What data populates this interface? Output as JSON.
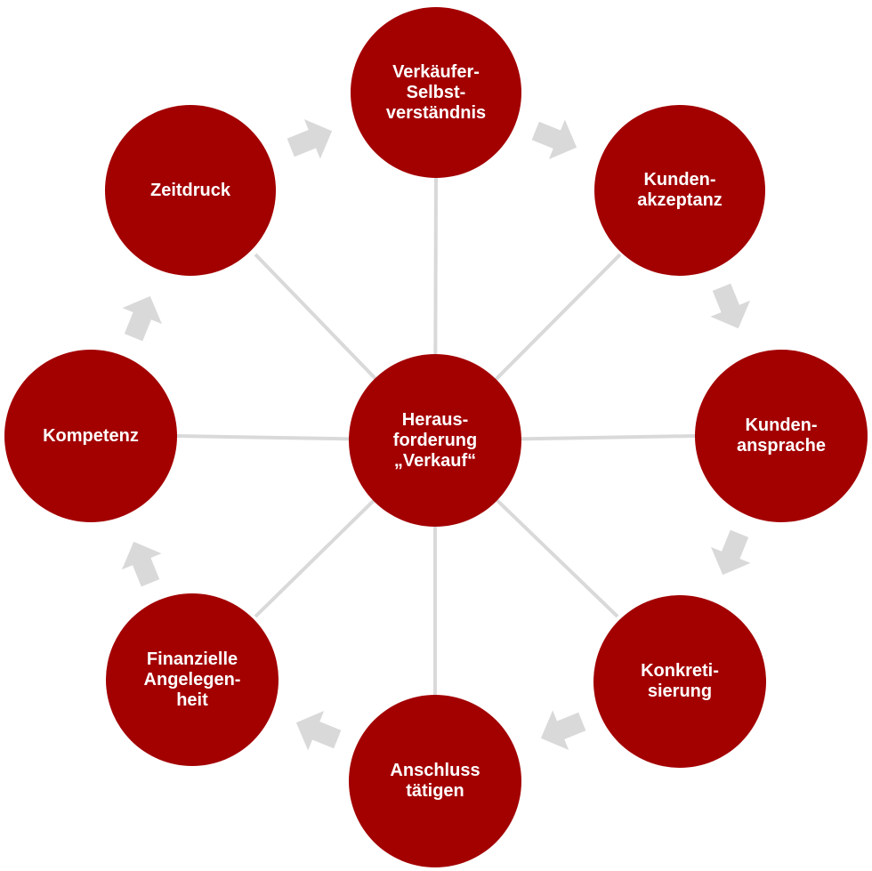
{
  "colors": {
    "node_fill": "#a30000",
    "node_text": "#ffffff",
    "connector": "#d9d9d9",
    "arrow": "#d9d9d9"
  },
  "center": {
    "label": "Heraus-\nforderung\n„Verkauf“"
  },
  "nodes": [
    {
      "id": "verkaeufer-selbstverstaendnis",
      "label": "Verkäufer-\nSelbst-\nverständnis"
    },
    {
      "id": "kundenakzeptanz",
      "label": "Kunden-\nakzeptanz"
    },
    {
      "id": "kundenansprache",
      "label": "Kunden-\nansprache"
    },
    {
      "id": "konkretisierung",
      "label": "Konkreti-\nsierung"
    },
    {
      "id": "anschluss-taetigen",
      "label": "Anschluss\ntätigen"
    },
    {
      "id": "finanzielle-angelegenheit",
      "label": "Finanzielle\nAngelegen-\nheit"
    },
    {
      "id": "kompetenz",
      "label": "Kompetenz"
    },
    {
      "id": "zeitdruck",
      "label": "Zeitdruck"
    }
  ],
  "flow_arrows": [
    {
      "from": "zeitdruck",
      "to": "verkaeufer-selbstverstaendnis",
      "icon": "flow-arrow"
    },
    {
      "from": "verkaeufer-selbstverstaendnis",
      "to": "kundenakzeptanz",
      "icon": "flow-arrow"
    },
    {
      "from": "kundenakzeptanz",
      "to": "kundenansprache",
      "icon": "flow-arrow"
    },
    {
      "from": "kundenansprache",
      "to": "konkretisierung",
      "icon": "flow-arrow"
    },
    {
      "from": "konkretisierung",
      "to": "anschluss-taetigen",
      "icon": "flow-arrow"
    },
    {
      "from": "anschluss-taetigen",
      "to": "finanzielle-angelegenheit",
      "icon": "flow-arrow"
    },
    {
      "from": "finanzielle-angelegenheit",
      "to": "kompetenz",
      "icon": "flow-arrow"
    },
    {
      "from": "kompetenz",
      "to": "zeitdruck",
      "icon": "flow-arrow"
    }
  ]
}
